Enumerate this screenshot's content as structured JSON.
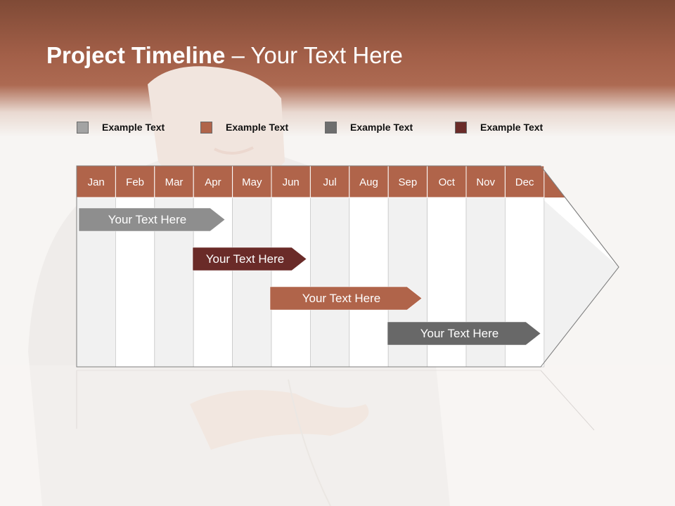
{
  "slide": {
    "title_strong": "Project Timeline",
    "title_rest": " – Your Text Here"
  },
  "legend": [
    {
      "label": "Example Text",
      "color": "#a3a3a3"
    },
    {
      "label": "Example Text",
      "color": "#b0644a"
    },
    {
      "label": "Example Text",
      "color": "#6e6e6e"
    },
    {
      "label": "Example Text",
      "color": "#6a2b28"
    }
  ],
  "months": [
    "Jan",
    "Feb",
    "Mar",
    "Apr",
    "May",
    "Jun",
    "Jul",
    "Aug",
    "Sep",
    "Oct",
    "Nov",
    "Dec"
  ],
  "tasks": [
    {
      "label": "Your  Text Here",
      "start_month": "Jan",
      "end_month": "Apr",
      "color": "#8e8e8e"
    },
    {
      "label": "Your  Text Here",
      "start_month": "Apr",
      "end_month": "Jun",
      "color": "#6a2b28"
    },
    {
      "label": "Your  Text Here",
      "start_month": "Jun",
      "end_month": "Sep",
      "color": "#b0644a"
    },
    {
      "label": "Your  Text Here",
      "start_month": "Sep",
      "end_month": "Dec",
      "color": "#686868"
    }
  ],
  "colors": {
    "header_brown": "#a25f48",
    "month_header": "#b0644a"
  }
}
